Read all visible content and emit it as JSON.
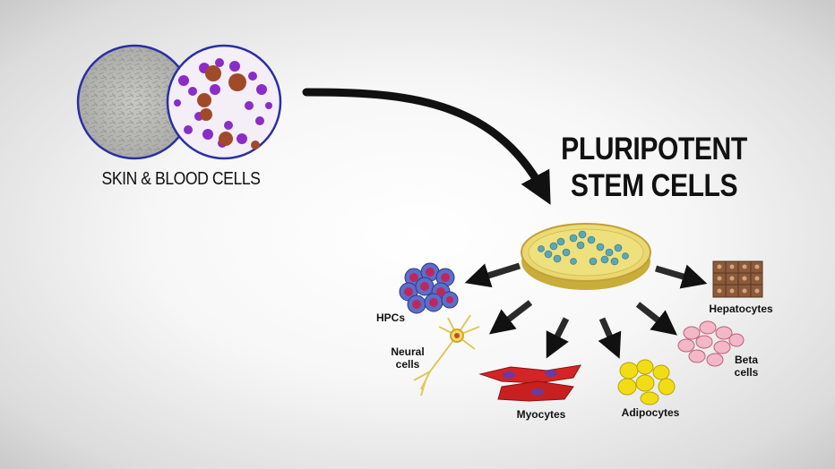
{
  "source_label": "SKIN & BLOOD CELLS",
  "target_title_line1": "PLURIPOTENT",
  "target_title_line2": "STEM CELLS",
  "cell_types": {
    "hpcs": "HPCs",
    "neural_line1": "Neural",
    "neural_line2": "cells",
    "myocytes": "Myocytes",
    "adipocytes": "Adipocytes",
    "beta_line1": "Beta",
    "beta_line2": "cells",
    "hepatocytes": "Hepatocytes"
  },
  "colors": {
    "circle_border": "#2b2fa6",
    "blood_stain": "#8a2cc7",
    "dish_rim": "#d9c25a",
    "arrow": "#111111"
  }
}
